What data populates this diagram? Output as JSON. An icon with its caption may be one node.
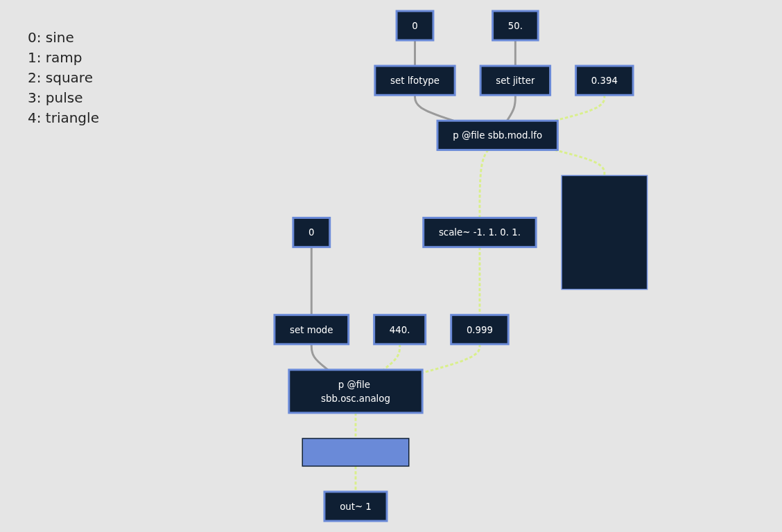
{
  "diagram": {
    "nodes": [
      {
        "text": [
          "0"
        ]
      },
      {
        "text": [
          "50."
        ]
      },
      {
        "text": [
          "set lfotype"
        ]
      },
      {
        "text": [
          "set jitter"
        ]
      },
      {
        "text": [
          "0.394"
        ]
      },
      {
        "text": [
          "p @file sbb.mod.lfo"
        ]
      },
      {
        "text": [
          "0"
        ]
      },
      {
        "text": [
          "scale~ -1. 1. 0. 1."
        ]
      },
      {
        "text": [],
        "shape": "box"
      },
      {
        "text": [
          "set mode"
        ]
      },
      {
        "text": [
          "440."
        ]
      },
      {
        "text": [
          "0.999"
        ]
      },
      {
        "text": [
          "p @file sbb.osc.analog"
        ]
      },
      {
        "text": [],
        "shape": "bar"
      },
      {
        "text": [
          "out~ 1"
        ]
      }
    ],
    "edges": [
      {
        "from": 0,
        "to": 2,
        "arrow": "none"
      },
      {
        "from": 1,
        "to": 3,
        "arrow": "none"
      },
      {
        "from": 2,
        "to": 5,
        "arrow": "none"
      },
      {
        "from": 3,
        "to": 5,
        "arrow": "none"
      },
      {
        "from": 4,
        "to": 5,
        "arrow": "none",
        "style": "dashed",
        "color": "#d9ef8b"
      },
      {
        "from": 5,
        "to": 7,
        "arrow": "none",
        "style": "dashed",
        "color": "#d9ef8b"
      },
      {
        "from": 5,
        "to": 8,
        "arrow": "none",
        "style": "dashed",
        "color": "#d9ef8b"
      },
      {
        "from": 6,
        "to": 9,
        "arrow": "none"
      },
      {
        "from": 7,
        "to": 11,
        "arrow": "none",
        "style": "dashed",
        "color": "#d9ef8b"
      },
      {
        "from": 9,
        "to": 12,
        "arrow": "none"
      },
      {
        "from": 10,
        "to": 12,
        "arrow": "none",
        "style": "dashed",
        "color": "#d9ef8b"
      },
      {
        "from": 11,
        "to": 12,
        "arrow": "none",
        "style": "dashed",
        "color": "#d9ef8b"
      },
      {
        "from": 12,
        "to": 13,
        "arrow": "none",
        "style": "dashed",
        "color": "#d9ef8b"
      },
      {
        "from": 13,
        "to": 14,
        "arrow": "none",
        "style": "dashed",
        "color": "#d9ef8b"
      }
    ],
    "labels": [
      "0: sine",
      "1: ramp",
      "2: square",
      "3: pulse",
      "4: triangle"
    ]
  }
}
